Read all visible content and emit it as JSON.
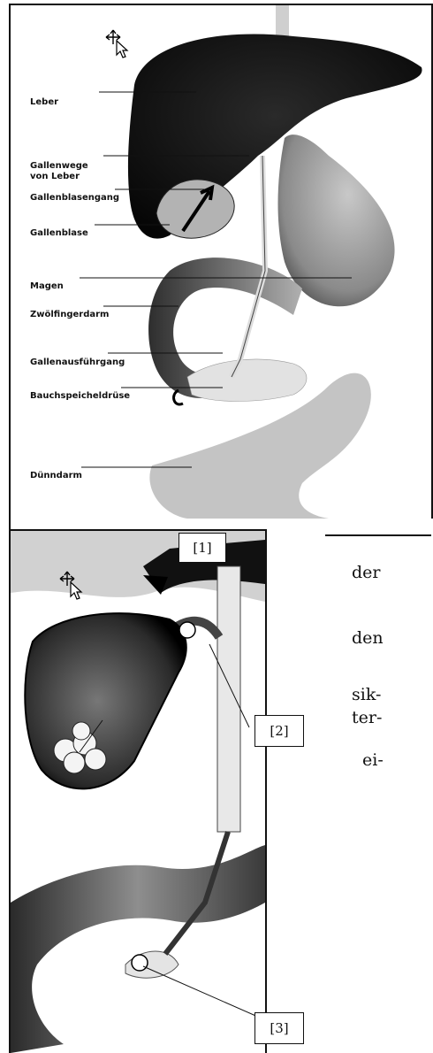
{
  "figure1": {
    "labels": {
      "leber": "Leber",
      "gallenwege": "Gallenwege\nvon Leber",
      "gallenblasengang": "Gallenblasengang",
      "gallenblase": "Gallenblase",
      "magen": "Magen",
      "zwoelffingerdarm": "Zwölfingerdarm",
      "gallenausfuehrgang": "Gallenausführgang",
      "bauchspeicheldruese": "Bauchspeicheldrüse",
      "duenndarm": "Dünndarm"
    },
    "move_cursor_icon": "move-cursor-icon"
  },
  "figure2": {
    "callouts": [
      "[1]",
      "[2]",
      "[3]"
    ],
    "move_cursor_icon": "move-cursor-icon"
  },
  "body_text_fragments": [
    "der",
    "den",
    "sik-",
    "ter-",
    "ei-"
  ],
  "colors": {
    "ink": "#111111",
    "organ_dark": "#1a1a1a",
    "organ_gray": "#9a9a9a",
    "organ_light": "#d6d6d6"
  }
}
